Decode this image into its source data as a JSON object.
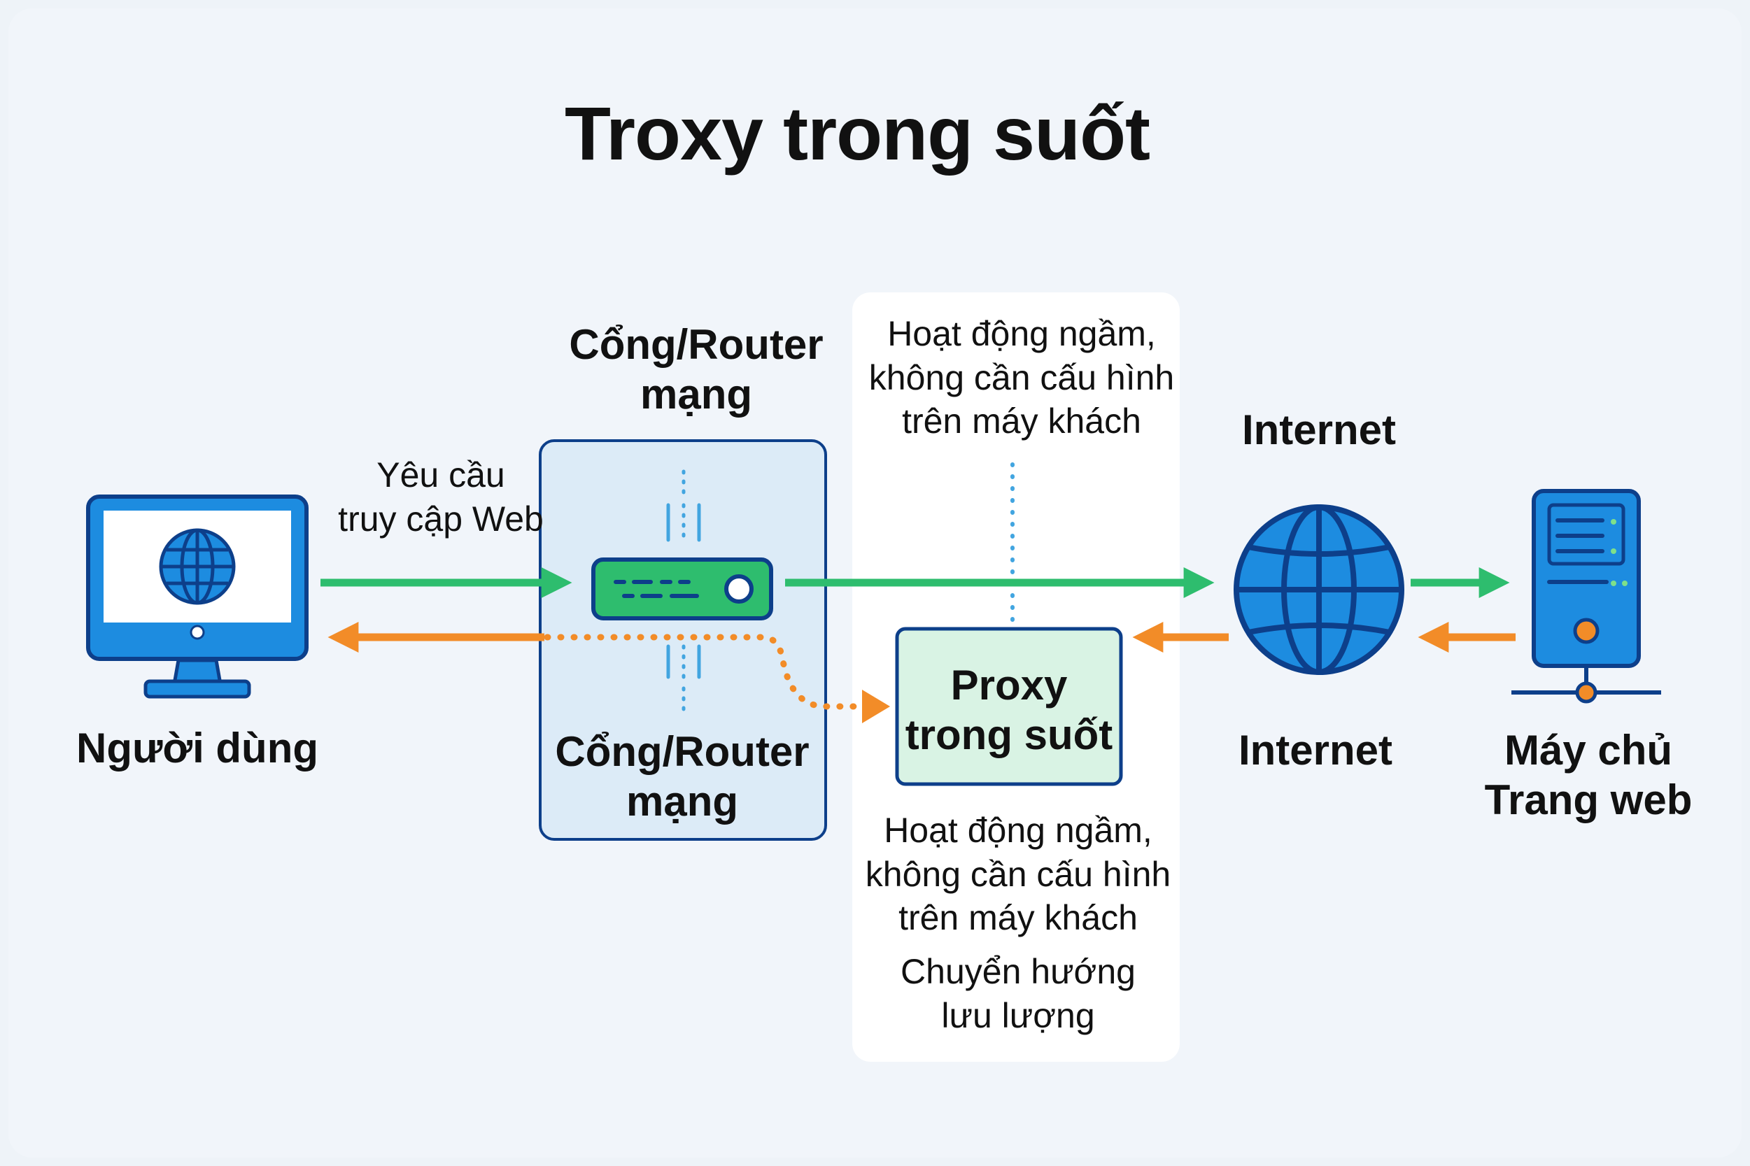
{
  "title": "Troxy trong suốt",
  "nodes": {
    "user": {
      "label": "Người dùng"
    },
    "router": {
      "label_top_line1": "Cổng/Router",
      "label_top_line2": "mạng",
      "label_line1": "Cổng/Router",
      "label_line2": "mạng"
    },
    "proxy": {
      "label_line1": "Proxy",
      "label_line2": "trong suốt"
    },
    "internet": {
      "label_top": "Internet",
      "label": "Internet"
    },
    "server": {
      "label_line1": "Máy chủ",
      "label_line2": "Trang web"
    }
  },
  "annotations": {
    "request": {
      "line1": "Yêu cầu",
      "line2": "truy cập Web"
    },
    "silent_top": {
      "line1": "Hoạt động ngầm,",
      "line2": "không cần cấu hình",
      "line3": "trên máy khách"
    },
    "silent_bottom": {
      "line1": "Hoạt động ngầm,",
      "line2": "không cần cấu hình",
      "line3": "trên máy khách"
    },
    "redirect": {
      "line1": "Chuyển hướng",
      "line2": "lưu lượng"
    }
  },
  "colors": {
    "request_arrow": "#2ebd6e",
    "response_arrow": "#f28c28",
    "device_blue": "#1d8ce0",
    "device_outline": "#0d3f8a",
    "router_body": "#2ebd6e",
    "proxy_fill": "#d9f3e4",
    "router_panel": "#dcebf7",
    "highlight_panel": "#ffffff"
  }
}
